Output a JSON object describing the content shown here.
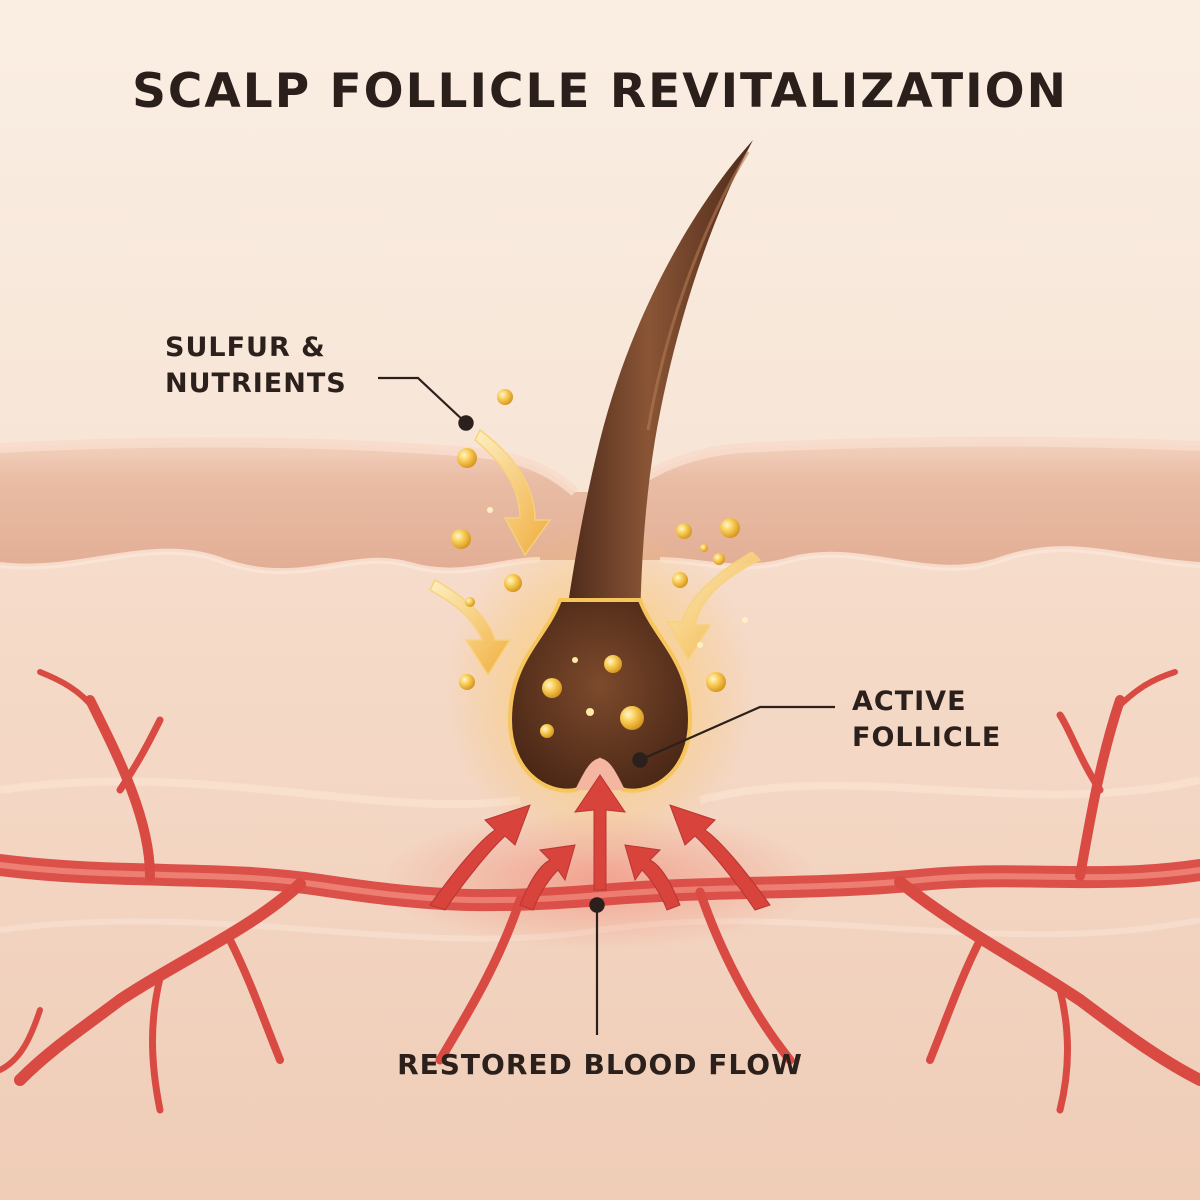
{
  "title": "SCALP FOLLICLE REVITALIZATION",
  "labels": {
    "nutrients": {
      "line1": "SULFUR &",
      "line2": "NUTRIENTS"
    },
    "follicle": {
      "line1": "ACTIVE",
      "line2": "FOLLICLE"
    },
    "blood_flow": "RESTORED BLOOD FLOW"
  },
  "colors": {
    "background": "#f7e6d7",
    "epidermis": "#e7b8a0",
    "dermis": "#f3d3bf",
    "hair": "#6e4027",
    "vessel": "#d94a43",
    "nutrient_glow": "#f6c24a",
    "text": "#2b201b"
  }
}
